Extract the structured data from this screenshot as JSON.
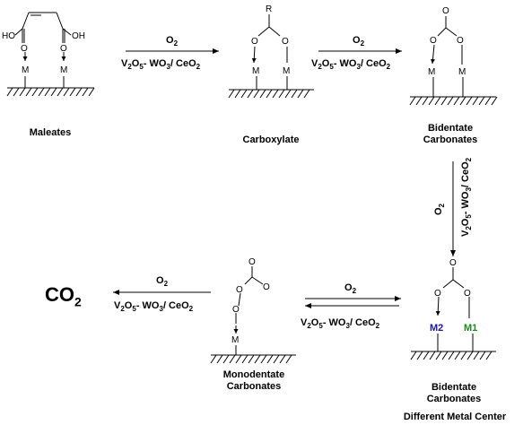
{
  "nodes": {
    "maleates": "Maleates",
    "carboxylate": "Carboxylate",
    "bidentate_1": [
      "Bidentate",
      "Carbonates"
    ],
    "bidentate_2": [
      "Bidentate",
      "Carbonates"
    ],
    "monodentate": [
      "Monodentate",
      "Carbonates"
    ],
    "co2": "CO2",
    "different_center": "Different Metal Center"
  },
  "atoms": {
    "metal": "M",
    "metal_1": "M1",
    "metal_2": "M2",
    "oxygen": "O",
    "hydroxyl": "OH",
    "hydroxyl_left": "HO",
    "substituent": "R"
  },
  "reaction": {
    "oxidant": "O2",
    "catalyst": "V2O5- WO3/ CeO2"
  },
  "colors": {
    "m1": "#1a8a1a",
    "m2": "#1a1aa0",
    "ink": "#000000"
  }
}
